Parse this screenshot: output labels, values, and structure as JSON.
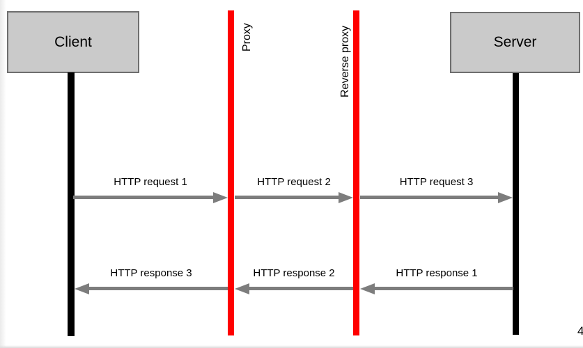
{
  "diagram": {
    "type": "sequence-diagram",
    "nodes": {
      "client": {
        "label": "Client"
      },
      "server": {
        "label": "Server"
      }
    },
    "proxies": {
      "proxy": {
        "label": "Proxy"
      },
      "reverse_proxy": {
        "label": "Reverse proxy"
      }
    },
    "messages": [
      {
        "label": "HTTP request 1",
        "from": "client",
        "to": "proxy",
        "direction": "right"
      },
      {
        "label": "HTTP request 2",
        "from": "proxy",
        "to": "reverse-proxy",
        "direction": "right"
      },
      {
        "label": "HTTP request 3",
        "from": "reverse-proxy",
        "to": "server",
        "direction": "right"
      },
      {
        "label": "HTTP response 1",
        "from": "server",
        "to": "reverse-proxy",
        "direction": "left"
      },
      {
        "label": "HTTP response 2",
        "from": "reverse-proxy",
        "to": "proxy",
        "direction": "left"
      },
      {
        "label": "HTTP response 3",
        "from": "proxy",
        "to": "client",
        "direction": "left"
      }
    ],
    "page_number": "4",
    "colors": {
      "proxy_lifeline": "#ff0000",
      "actor_lifeline": "#000000",
      "actor_box_fill": "#cacaca",
      "actor_box_border": "#6e6e6e",
      "arrow": "#7d7d7d",
      "background": "#ffffff"
    }
  }
}
